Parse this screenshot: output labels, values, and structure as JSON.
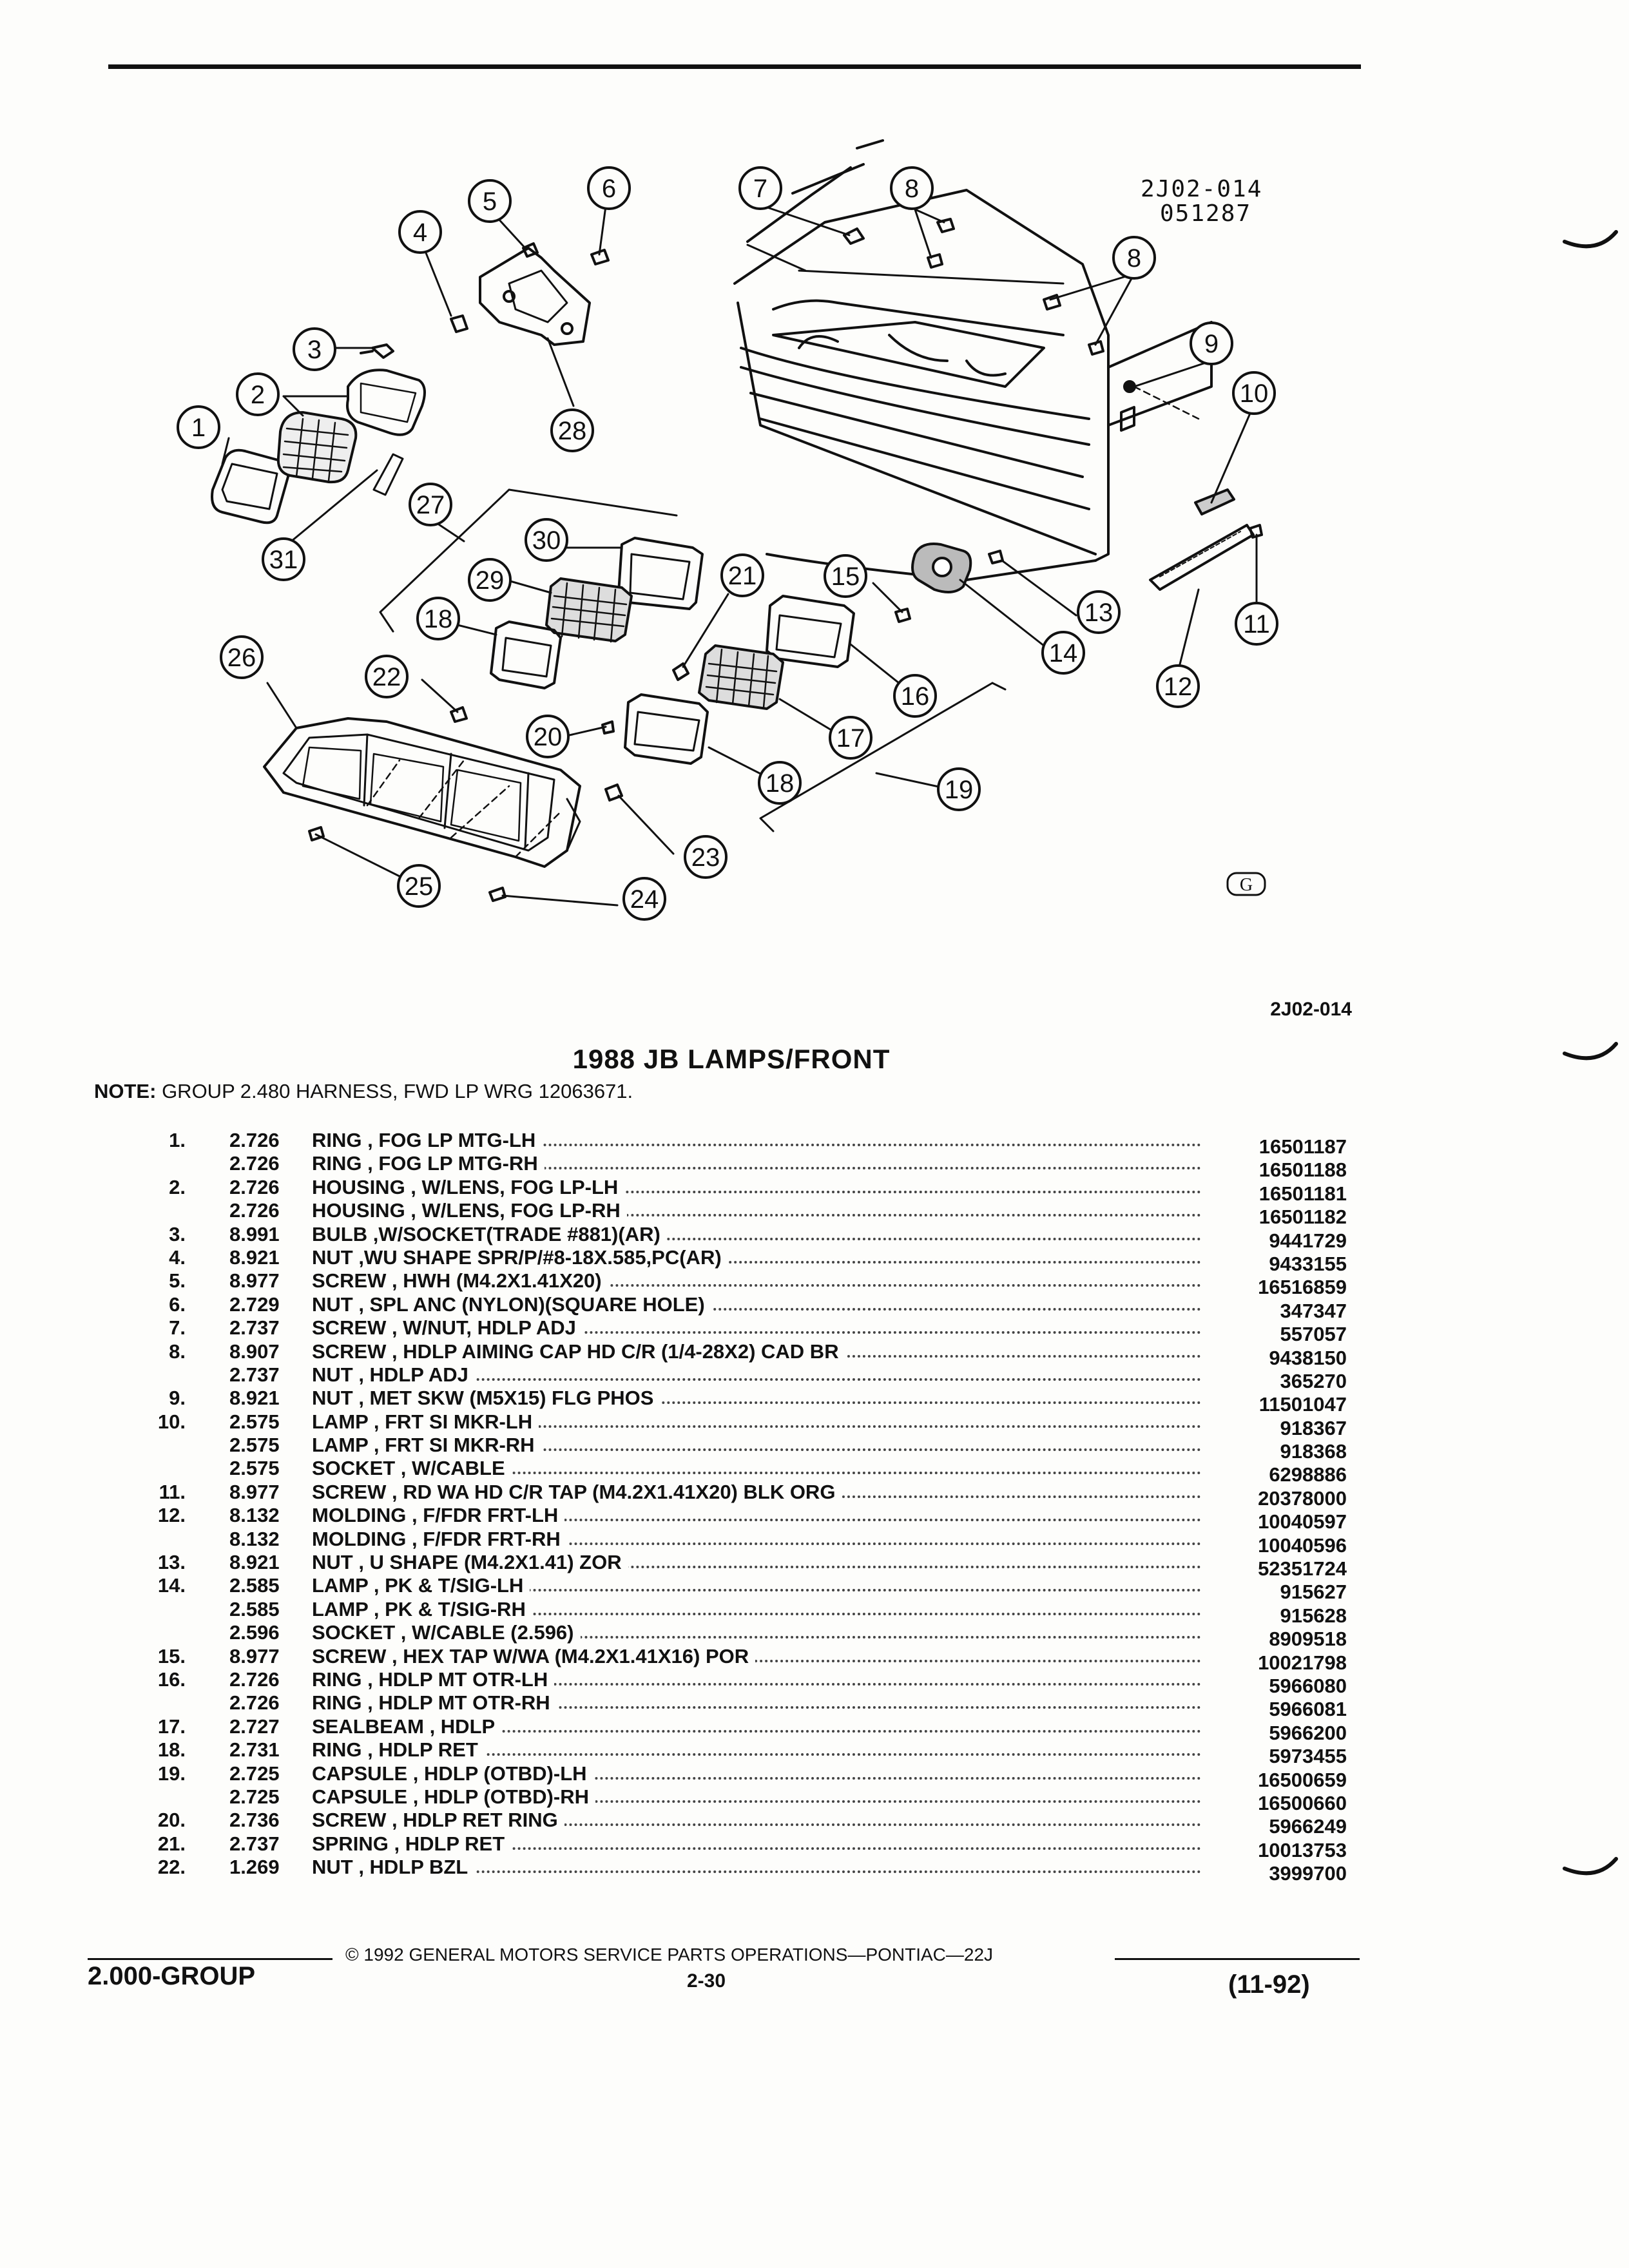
{
  "figure": {
    "code_line1": "2J02-014",
    "code_line2": "051287",
    "callouts": [
      "1",
      "2",
      "3",
      "4",
      "5",
      "6",
      "7",
      "8",
      "8",
      "9",
      "10",
      "11",
      "12",
      "13",
      "14",
      "15",
      "16",
      "17",
      "18",
      "18",
      "19",
      "20",
      "21",
      "22",
      "23",
      "24",
      "25",
      "26",
      "27",
      "28",
      "29",
      "30",
      "31"
    ],
    "logo_letter": "G",
    "figure_ref": "2J02-014"
  },
  "document": {
    "title": "1988 JB LAMPS/FRONT",
    "note_label": "NOTE:",
    "note_text": "GROUP 2.480 HARNESS, FWD LP WRG 12063671."
  },
  "parts": [
    {
      "num": "1.",
      "group": "2.726",
      "desc": "RING , FOG LP MTG-LH",
      "part": "16501187"
    },
    {
      "num": "",
      "group": "2.726",
      "desc": "RING , FOG LP MTG-RH",
      "part": "16501188"
    },
    {
      "num": "2.",
      "group": "2.726",
      "desc": "HOUSING , W/LENS, FOG LP-LH",
      "part": "16501181"
    },
    {
      "num": "",
      "group": "2.726",
      "desc": "HOUSING , W/LENS, FOG LP-RH",
      "part": "16501182"
    },
    {
      "num": "3.",
      "group": "8.991",
      "desc": "BULB ,W/SOCKET(TRADE #881)(AR)",
      "part": "9441729"
    },
    {
      "num": "4.",
      "group": "8.921",
      "desc": "NUT ,WU SHAPE SPR/P/#8-18X.585,PC(AR)",
      "part": "9433155"
    },
    {
      "num": "5.",
      "group": "8.977",
      "desc": "SCREW , HWH (M4.2X1.41X20)",
      "part": "16516859"
    },
    {
      "num": "6.",
      "group": "2.729",
      "desc": "NUT , SPL ANC (NYLON)(SQUARE HOLE)",
      "part": "347347"
    },
    {
      "num": "7.",
      "group": "2.737",
      "desc": "SCREW , W/NUT, HDLP ADJ",
      "part": "557057"
    },
    {
      "num": "8.",
      "group": "8.907",
      "desc": "SCREW , HDLP AIMING CAP HD C/R (1/4-28X2) CAD BR",
      "part": "9438150"
    },
    {
      "num": "",
      "group": "2.737",
      "desc": "NUT , HDLP ADJ",
      "part": "365270"
    },
    {
      "num": "9.",
      "group": "8.921",
      "desc": "NUT , MET SKW (M5X15) FLG PHOS",
      "part": "11501047"
    },
    {
      "num": "10.",
      "group": "2.575",
      "desc": "LAMP , FRT SI MKR-LH",
      "part": "918367"
    },
    {
      "num": "",
      "group": "2.575",
      "desc": "LAMP , FRT SI MKR-RH",
      "part": "918368"
    },
    {
      "num": "",
      "group": "2.575",
      "desc": "SOCKET , W/CABLE",
      "part": "6298886"
    },
    {
      "num": "11.",
      "group": "8.977",
      "desc": "SCREW , RD WA HD C/R TAP (M4.2X1.41X20) BLK ORG",
      "part": "20378000"
    },
    {
      "num": "12.",
      "group": "8.132",
      "desc": "MOLDING , F/FDR FRT-LH",
      "part": "10040597"
    },
    {
      "num": "",
      "group": "8.132",
      "desc": "MOLDING , F/FDR FRT-RH",
      "part": "10040596"
    },
    {
      "num": "13.",
      "group": "8.921",
      "desc": "NUT , U SHAPE (M4.2X1.41) ZOR",
      "part": "52351724"
    },
    {
      "num": "14.",
      "group": "2.585",
      "desc": "LAMP , PK & T/SIG-LH",
      "part": "915627"
    },
    {
      "num": "",
      "group": "2.585",
      "desc": "LAMP , PK & T/SIG-RH",
      "part": "915628"
    },
    {
      "num": "",
      "group": "2.596",
      "desc": "SOCKET , W/CABLE (2.596)",
      "part": "8909518"
    },
    {
      "num": "15.",
      "group": "8.977",
      "desc": "SCREW , HEX TAP W/WA (M4.2X1.41X16) POR",
      "part": "10021798"
    },
    {
      "num": "16.",
      "group": "2.726",
      "desc": "RING , HDLP MT OTR-LH",
      "part": "5966080"
    },
    {
      "num": "",
      "group": "2.726",
      "desc": "RING , HDLP MT OTR-RH",
      "part": "5966081"
    },
    {
      "num": "17.",
      "group": "2.727",
      "desc": "SEALBEAM , HDLP",
      "part": "5966200"
    },
    {
      "num": "18.",
      "group": "2.731",
      "desc": "RING , HDLP RET",
      "part": "5973455"
    },
    {
      "num": "19.",
      "group": "2.725",
      "desc": "CAPSULE , HDLP (OTBD)-LH",
      "part": "16500659"
    },
    {
      "num": "",
      "group": "2.725",
      "desc": "CAPSULE , HDLP (OTBD)-RH",
      "part": "16500660"
    },
    {
      "num": "20.",
      "group": "2.736",
      "desc": "SCREW , HDLP RET RING",
      "part": "5966249"
    },
    {
      "num": "21.",
      "group": "2.737",
      "desc": "SPRING , HDLP RET",
      "part": "10013753"
    },
    {
      "num": "22.",
      "group": "1.269",
      "desc": "NUT , HDLP BZL",
      "part": "3999700"
    }
  ],
  "footer": {
    "copyright": "© 1992 GENERAL MOTORS SERVICE PARTS OPERATIONS—PONTIAC—22J",
    "group_label": "2.000-GROUP",
    "page_number": "2-30",
    "date_code": "(11-92)"
  }
}
